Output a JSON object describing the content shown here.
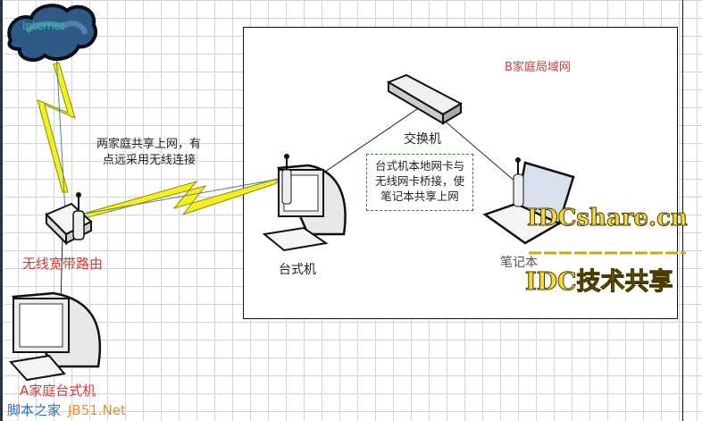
{
  "cloud": {
    "label": "Internet"
  },
  "router": {
    "label": "无线宽带路由"
  },
  "wireless_note": {
    "line1": "两家庭共享上网，有",
    "line2": "点远采用无线连接"
  },
  "lan_b": {
    "title": "B家庭局域网"
  },
  "switch": {
    "label": "交换机"
  },
  "desktop_b": {
    "label": "台式机"
  },
  "bridge_note": {
    "line1": "台式机本地网卡与",
    "line2": "无线网卡桥接，使",
    "line3": "笔记本共享上网"
  },
  "laptop": {
    "label": "笔记本"
  },
  "desktop_a": {
    "label": "A家庭台式机"
  },
  "watermark": {
    "site": "IDCshare.cn",
    "name": "IDC技术共享",
    "jb51_cn": "脚本之家",
    "jb51_url": "JB51.Net"
  }
}
